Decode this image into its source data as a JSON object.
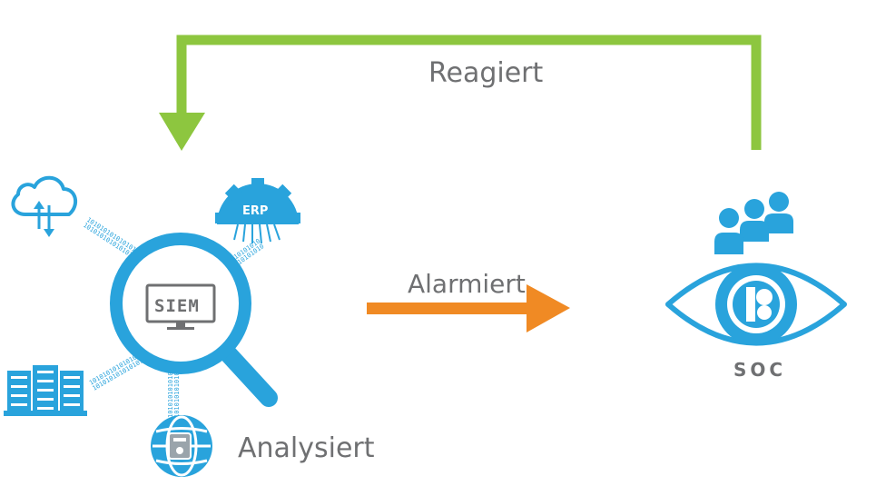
{
  "labels": {
    "reagiert": "Reagiert",
    "alarmiert": "Alarmiert",
    "analysiert": "Analysiert",
    "siem": "SIEM",
    "erp": "ERP",
    "soc": "SOC"
  },
  "binary_streams": {
    "cloud": "1010101010101010",
    "erp": "1010101010101010",
    "server": "1010101010101010",
    "globe": "1010101010101010"
  },
  "icons": [
    "cloud-sync-icon",
    "erp-gear-icon",
    "server-rack-icon",
    "globe-icon",
    "magnifier-monitor-icon",
    "team-icon",
    "eye-icon"
  ],
  "colors": {
    "feedback_arrow": "#8dc63f",
    "alert_arrow": "#f08a24",
    "icon_blue": "#29a3dc",
    "text_grey": "#6f7072"
  }
}
